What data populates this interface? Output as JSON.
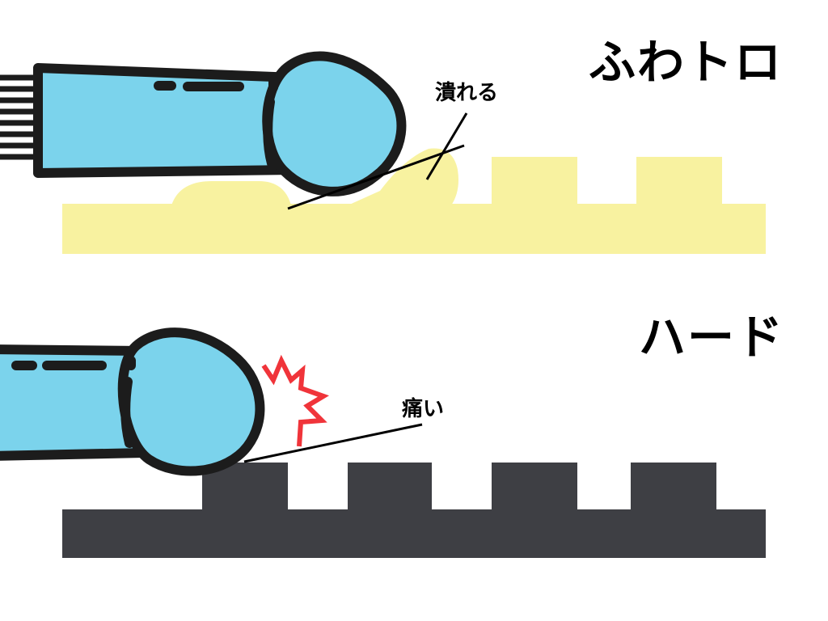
{
  "panels": {
    "soft": {
      "title": "ふわトロ",
      "callout": "潰れる"
    },
    "hard": {
      "title": "ハード",
      "callout": "痛い"
    }
  },
  "colors": {
    "finger_fill": "#7bd3ec",
    "outline": "#1c1c1c",
    "soft_surface": "#f8f2a0",
    "hard_surface": "#3e3f44",
    "impact": "#f0343a"
  },
  "icons": {
    "impact": "impact-burst-icon"
  }
}
